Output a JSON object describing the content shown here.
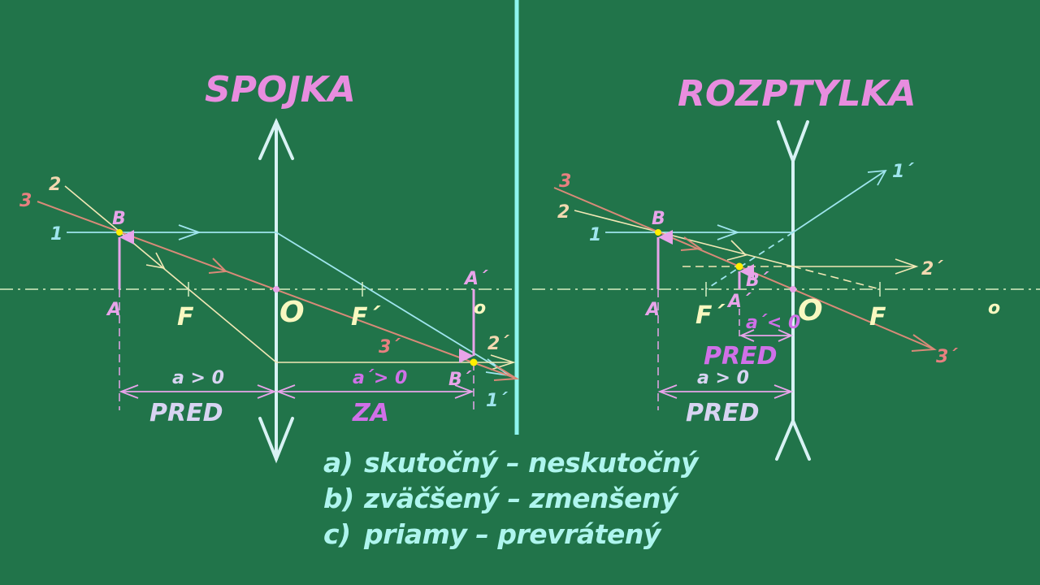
{
  "colors": {
    "background": "#21744a",
    "lens": "#d8f2f4",
    "divider": "#8ef5ee",
    "axis": "#d9eec2",
    "ray1": "#9fe5ee",
    "ray2": "#f2e8b5",
    "ray3": "#d98a78",
    "object": "#e8a4ea",
    "title": "#e88ddf",
    "focus_label": "#f8f8c0",
    "distance_label": "#d8d4f2",
    "image_distance_label": "#d070e8",
    "properties_text": "#aef5ee",
    "point": "#ffee00"
  },
  "left_panel": {
    "title": "SPOJKA",
    "ray_labels": [
      "1",
      "2",
      "3"
    ],
    "outgoing_ray_labels": [
      "1´",
      "2´",
      "3´"
    ],
    "object_top": "B",
    "object_base": "A",
    "image_top": "B´",
    "image_base": "A´",
    "focus_front": "F",
    "focus_back": "F´",
    "center": "O",
    "axis_label": "o",
    "object_distance": "a > 0",
    "object_side": "PRED",
    "image_distance": "a´> 0",
    "image_side": "ZA"
  },
  "right_panel": {
    "title": "ROZPTYLKA",
    "ray_labels": [
      "1",
      "2",
      "3"
    ],
    "outgoing_ray_labels": [
      "1´",
      "2´",
      "3´"
    ],
    "object_top": "B",
    "object_base": "A",
    "image_top": "B´",
    "image_base": "A´",
    "focus_front": "F´",
    "focus_back": "F",
    "center": "O",
    "axis_label": "o",
    "object_distance": "a > 0",
    "object_side": "PRED",
    "image_distance": "a´< 0",
    "image_side": "PRED"
  },
  "properties": [
    {
      "key": "a)",
      "text": "skutočný – neskutočný"
    },
    {
      "key": "b)",
      "text": "zväčšený – zmenšený"
    },
    {
      "key": "c)",
      "text": "priamy – prevrátený"
    }
  ]
}
